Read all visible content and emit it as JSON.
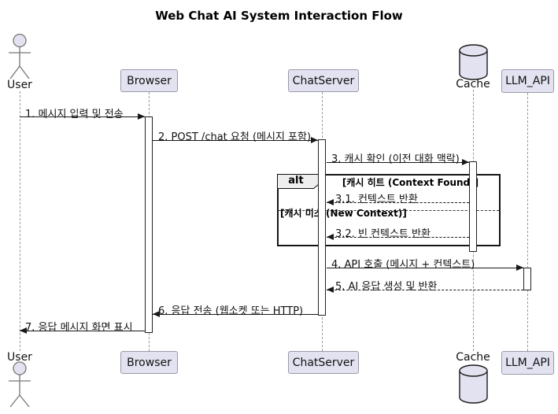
{
  "title": "Web Chat AI System Interaction Flow",
  "participants": [
    {
      "name": "User",
      "type": "actor"
    },
    {
      "name": "Browser",
      "type": "participant"
    },
    {
      "name": "ChatServer",
      "type": "participant"
    },
    {
      "name": "Cache",
      "type": "database"
    },
    {
      "name": "LLM_API",
      "type": "participant"
    }
  ],
  "messages": [
    {
      "label": "1. 메시지 입력 및 전송",
      "from": "User",
      "to": "Browser",
      "line": "solid"
    },
    {
      "label": "2. POST /chat 요청 (메시지 포함)",
      "from": "Browser",
      "to": "ChatServer",
      "line": "solid"
    },
    {
      "label": "3. 캐시 확인 (이전 대화 맥락)",
      "from": "ChatServer",
      "to": "Cache",
      "line": "solid"
    },
    {
      "label": "3.1. 컨텍스트 반환",
      "from": "Cache",
      "to": "ChatServer",
      "line": "dashed"
    },
    {
      "label": "3.2. 빈 컨텍스트 반환",
      "from": "Cache",
      "to": "ChatServer",
      "line": "dashed"
    },
    {
      "label": "4. API 호출 (메시지 + 컨텍스트)",
      "from": "ChatServer",
      "to": "LLM_API",
      "line": "solid"
    },
    {
      "label": "5. AI 응답 생성 및 반환",
      "from": "LLM_API",
      "to": "ChatServer",
      "line": "dashed"
    },
    {
      "label": "6. 응답 전송 (웹소켓 또는 HTTP)",
      "from": "ChatServer",
      "to": "Browser",
      "line": "solid"
    },
    {
      "label": "7. 응답 메시지 화면 표시",
      "from": "Browser",
      "to": "User",
      "line": "solid"
    }
  ],
  "fragment": {
    "operator": "alt",
    "guards": [
      "[캐시 히트 (Context Found)]",
      "[캐시 미스 (New Context)]"
    ]
  },
  "colors": {
    "participant_fill": "#E2E2F0",
    "participant_border": "#9999AA",
    "fragment_header_fill": "#EEEEEE",
    "line": "#181818",
    "lifeline": "#999999",
    "background": "#FFFFFF"
  }
}
